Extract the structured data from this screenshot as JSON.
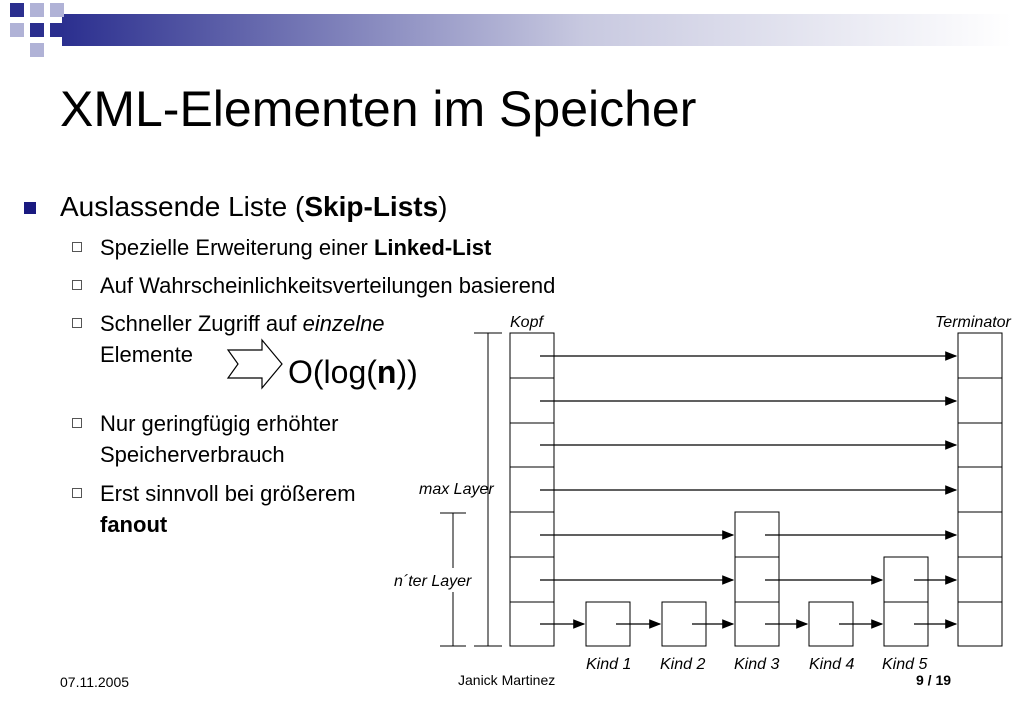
{
  "slide": {
    "title": "XML-Elementen im Speicher",
    "bullet": {
      "prefix": "Auslassende Liste (",
      "bold": "Skip-Lists",
      "suffix": ")"
    },
    "sub1": {
      "text": "Spezielle Erweiterung einer ",
      "bold": "Linked-List"
    },
    "sub2": {
      "text": "Auf Wahrscheinlichkeitsverteilungen basierend"
    },
    "sub3": {
      "text": "Schneller Zugriff auf ",
      "italic": "einzelne",
      "line2": "Elemente"
    },
    "complexity": {
      "prefix": "O(log(",
      "bold": "n",
      "suffix": "))"
    },
    "sub4": {
      "line1": "Nur geringfügig erhöhter",
      "line2": "Speicherverbrauch"
    },
    "sub5": {
      "line1": "Erst sinnvoll bei größerem",
      "bold": "fanout"
    }
  },
  "diagram": {
    "head_label": "Kopf",
    "terminator_label": "Terminator",
    "max_layer_label": "max Layer",
    "nth_layer_label": "n´ter Layer",
    "kinds": [
      "Kind 1",
      "Kind 2",
      "Kind 3",
      "Kind 4",
      "Kind 5"
    ]
  },
  "footer": {
    "date": "07.11.2005",
    "author": "Janick Martinez",
    "page": "9 / 19"
  },
  "colors": {
    "bullet": "#1a1a80",
    "decor": "#2b2f8f"
  }
}
